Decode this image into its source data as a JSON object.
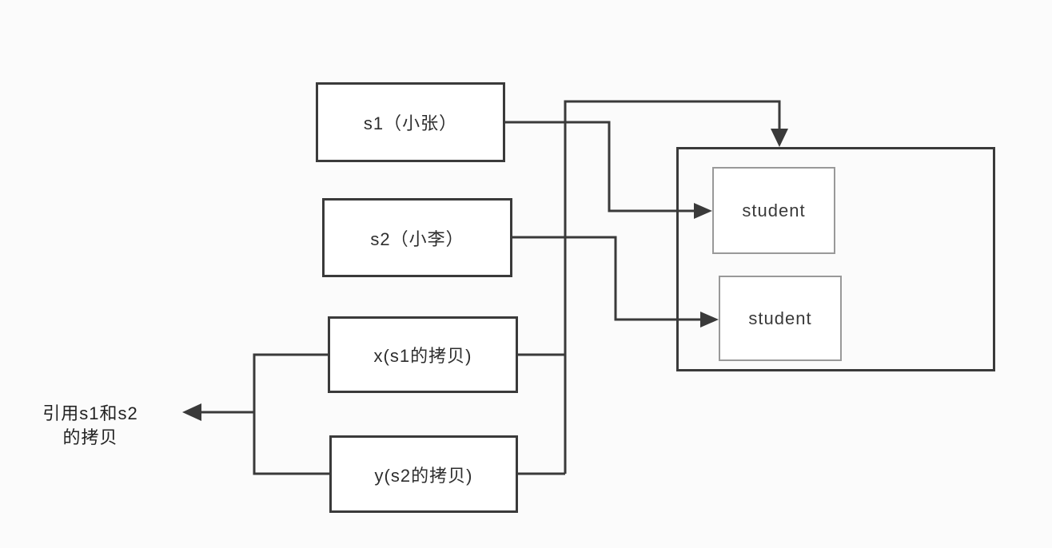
{
  "diagram": {
    "nodes": {
      "s1": {
        "label": "s1（小张）"
      },
      "s2": {
        "label": "s2（小李）"
      },
      "x": {
        "label": "x(s1的拷贝)"
      },
      "y": {
        "label": "y(s2的拷贝)"
      },
      "student1": {
        "label": "student"
      },
      "student2": {
        "label": "student"
      }
    },
    "annotation": {
      "line1": "引用s1和s2",
      "line2": "的拷贝"
    },
    "colors": {
      "line": "#3a3a3a",
      "box_border_dark": "#3a3a3a",
      "box_border_light": "#999999",
      "background": "#fbfbfb"
    },
    "edges": [
      "s1 -> student1",
      "s2 -> student2",
      "x -> object-container (via shared vertical trunk)",
      "y -> object-container (via shared vertical trunk)",
      "x,y -> annotation arrow (left)"
    ]
  }
}
